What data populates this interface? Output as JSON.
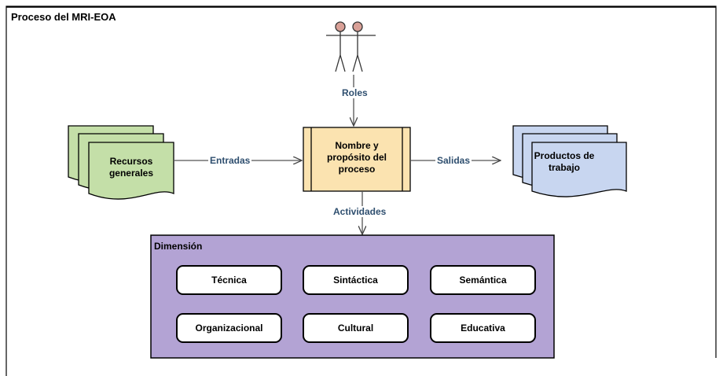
{
  "frame": {
    "title": "Proceso del MRI-EOA"
  },
  "actors": {
    "icon": "stick-figure-icon"
  },
  "flows": {
    "roles": "Roles",
    "inputs": "Entradas",
    "outputs": "Salidas",
    "activities": "Actividades"
  },
  "input_doc": {
    "label_line1": "Recursos",
    "label_line2": "generales"
  },
  "process": {
    "line1": "Nombre y",
    "line2": "propósito del",
    "line3": "proceso"
  },
  "output_doc": {
    "label_line1": "Productos de",
    "label_line2": "trabajo"
  },
  "dimension": {
    "title": "Dimensión",
    "items": [
      "Técnica",
      "Sintáctica",
      "Semántica",
      "Organizacional",
      "Cultural",
      "Educativa"
    ]
  },
  "colors": {
    "input_doc_fill": "#c4dfa8",
    "output_doc_fill": "#c8d6f0",
    "process_fill": "#fbe3b0",
    "dimension_fill": "#b3a3d4",
    "actor_head_fill": "#d9a097",
    "flow_label": "#2f4f6f"
  }
}
